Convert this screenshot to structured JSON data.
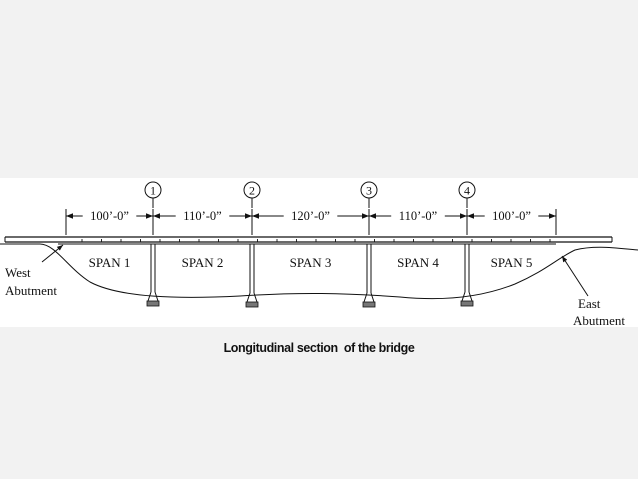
{
  "diagram": {
    "piers": [
      {
        "label": "1"
      },
      {
        "label": "2"
      },
      {
        "label": "3"
      },
      {
        "label": "4"
      }
    ],
    "dimensions": [
      "100’-0”",
      "110’-0”",
      "120’-0”",
      "110’-0”",
      "100’-0”"
    ],
    "spans": [
      "SPAN 1",
      "SPAN 2",
      "SPAN 3",
      "SPAN 4",
      "SPAN 5"
    ],
    "west_abutment": {
      "line1": "West",
      "line2": "Abutment"
    },
    "east_abutment": {
      "line1": "East",
      "line2": "Abutment"
    },
    "caption": "Longitudinal section  of the bridge"
  },
  "colors": {
    "page_background": "#f2f2f2",
    "panel_background": "#ffffff",
    "ink": "#111111"
  }
}
